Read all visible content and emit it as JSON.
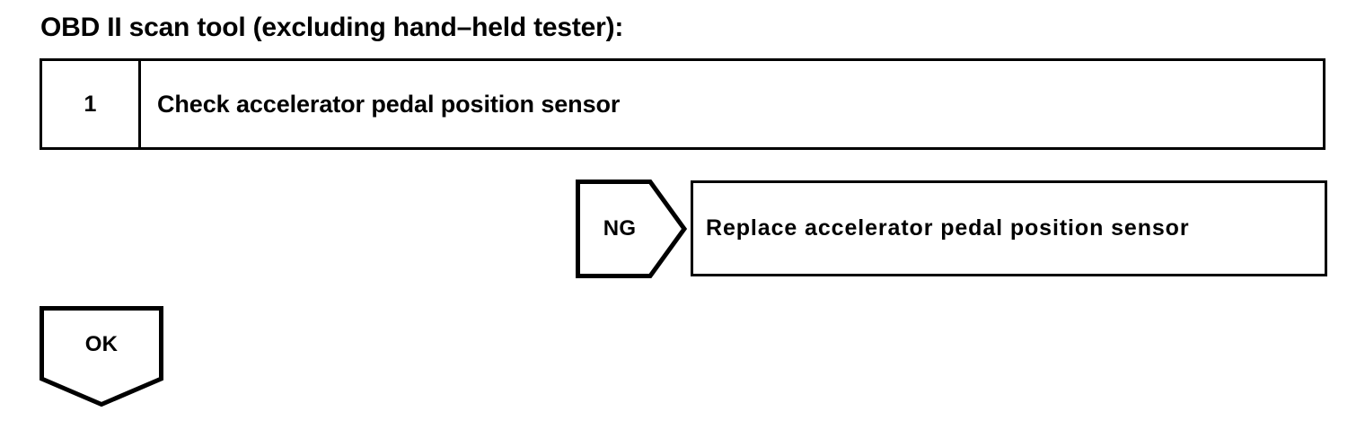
{
  "heading": {
    "text": "OBD II scan tool (excluding hand–held tester):"
  },
  "step": {
    "number": "1",
    "text": "Check accelerator pedal position sensor"
  },
  "judgement_ng": {
    "label": "NG",
    "shape": "right-pointing-pentagon-arrow"
  },
  "result": {
    "text": "Replace accelerator pedal position sensor"
  },
  "judgement_ok": {
    "label": "OK",
    "shape": "down-pointing-pentagon-arrow"
  },
  "colors": {
    "background": "#ffffff",
    "stroke": "#000000",
    "text": "#000000"
  }
}
